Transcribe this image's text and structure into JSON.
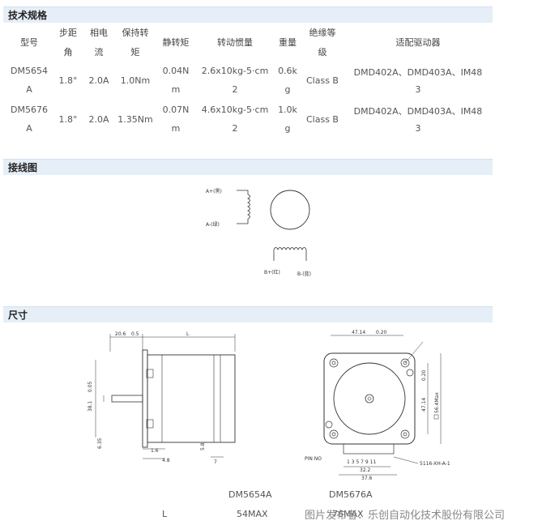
{
  "sections": {
    "specs_title": "技术规格",
    "wiring_title": "接线图",
    "dimensions_title": "尺寸"
  },
  "spec_table": {
    "headers": {
      "model": "型号",
      "step_angle": [
        "步距",
        "角"
      ],
      "phase_current": [
        "相电",
        "流"
      ],
      "holding_torque": [
        "保持转",
        "矩"
      ],
      "detent_torque": "静转矩",
      "rotor_inertia": "转动惯量",
      "weight": "重量",
      "insulation": [
        "绝缘等",
        "级"
      ],
      "driver": "适配驱动器"
    },
    "rows": [
      {
        "model": [
          "DM5654",
          "A"
        ],
        "step_angle": "1.8°",
        "phase_current": "2.0A",
        "holding_torque": "1.0Nm",
        "detent_torque": [
          "0.04N",
          "m"
        ],
        "rotor_inertia": [
          "2.6x10kg-5·cm",
          "2"
        ],
        "weight": [
          "0.6k",
          "g"
        ],
        "insulation": "Class B",
        "driver": [
          "DMD402A、DMD403A、IM48",
          "3"
        ]
      },
      {
        "model": [
          "DM5676",
          "A"
        ],
        "step_angle": "1.8°",
        "phase_current": "2.0A",
        "holding_torque": "1.35Nm",
        "detent_torque": [
          "0.07N",
          "m"
        ],
        "rotor_inertia": [
          "4.6x10kg-5·cm",
          "2"
        ],
        "weight": [
          "1.0k",
          "g"
        ],
        "insulation": "Class B",
        "driver": [
          "DMD402A、DMD403A、IM48",
          "3"
        ]
      }
    ]
  },
  "wiring": {
    "a_plus": "A+(黑)",
    "a_minus": "A-(绿)",
    "b_plus": "B+(红)",
    "b_minus": "B-(蓝)"
  },
  "drawing": {
    "side_dims": {
      "top_a": "20.6",
      "top_b": "0.5",
      "length": "L",
      "shaft_dia": "38.1",
      "shaft_tol": "0.05",
      "flange_dia": "6.35",
      "d1": "1.6",
      "d2": "4.8",
      "d3": "5.8",
      "d4": "7"
    },
    "front_dims": {
      "top": "47.14",
      "top_tol": "0.20",
      "side": "47.14",
      "side_tol": "0.20",
      "body": "56.4Max",
      "pin_label": "PIN NO",
      "pins": "1 3 5 7 9 11",
      "w1": "32.2",
      "w2": "37.6",
      "hole": "5116-XH-A-1"
    }
  },
  "length_table": {
    "models": [
      "DM5654A",
      "DM5676A"
    ],
    "label": "L",
    "values": [
      "54MAX",
      "76MAX"
    ]
  },
  "watermark": "图片发布者：乐创自动化技术股份有限公司"
}
